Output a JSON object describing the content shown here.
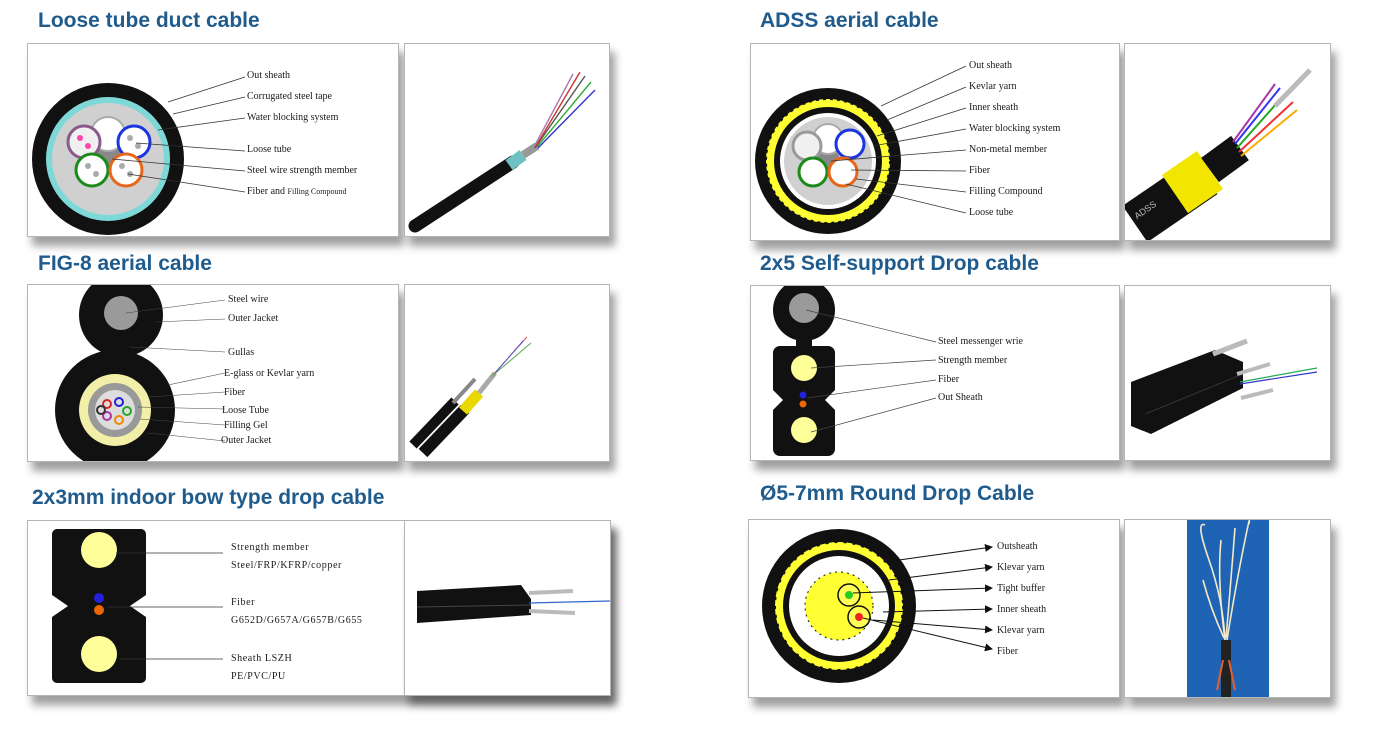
{
  "colors": {
    "title": "#1f5b8c",
    "sheath": "#111111",
    "yellow": "#ffff33",
    "teal": "#7fd8d8",
    "blue": "#1a35e0",
    "green": "#1a8a1a",
    "orange": "#e8661a"
  },
  "sections": {
    "loose_tube": {
      "title": "Loose tube duct cable",
      "labels": [
        "Out sheath",
        "Corrugated steel tape",
        "Water blocking system",
        "Loose tube",
        "Steel wire strength member",
        "Fiber and",
        "Filling Compound"
      ]
    },
    "adss": {
      "title": "ADSS aerial cable",
      "labels": [
        "Out sheath",
        "Kevlar yarn",
        "Inner sheath",
        "Water blocking system",
        "Non-metal member",
        "Fiber",
        "Filling Compound",
        "Loose tube"
      ],
      "photo_text": "ADSS"
    },
    "fig8": {
      "title": "FIG-8 aerial cable",
      "labels": [
        "Steel wire",
        "Outer Jacket",
        "Gullas",
        "E-glass or Kevlar yarn",
        "Fiber",
        "Loose Tube",
        "Filling Gel",
        "Outer Jacket"
      ]
    },
    "selfsupport": {
      "title": "2x5 Self-support Drop cable",
      "labels": [
        "Steel messenger wrie",
        "Strength member",
        "Fiber",
        "Out Sheath"
      ]
    },
    "bow": {
      "title": "2x3mm indoor bow type drop cable",
      "labels": [
        "Strength member",
        "Steel/FRP/KFRP/copper",
        "Fiber",
        "G652D/G657A/G657B/G655",
        "Sheath LSZH",
        "PE/PVC/PU"
      ]
    },
    "round": {
      "title": "Ø5-7mm Round Drop Cable",
      "labels": [
        "Outsheath",
        "Klevar yarn",
        "Tight buffer",
        "Inner sheath",
        "Klevar yarn",
        "Fiber"
      ]
    }
  }
}
